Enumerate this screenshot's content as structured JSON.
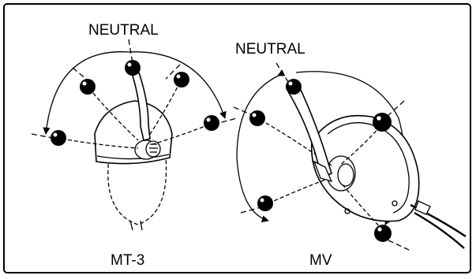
{
  "labels": {
    "neutral_left": "NEUTRAL",
    "neutral_right": "NEUTRAL",
    "caption_left": "MT-3",
    "caption_right": "MV"
  },
  "colors": {
    "ink": "#000000",
    "paper": "#ffffff",
    "shade": "#bdbdbd"
  },
  "icons": [
    "lever-knob-icon",
    "control-box-icon",
    "rotation-arrow-icon"
  ]
}
